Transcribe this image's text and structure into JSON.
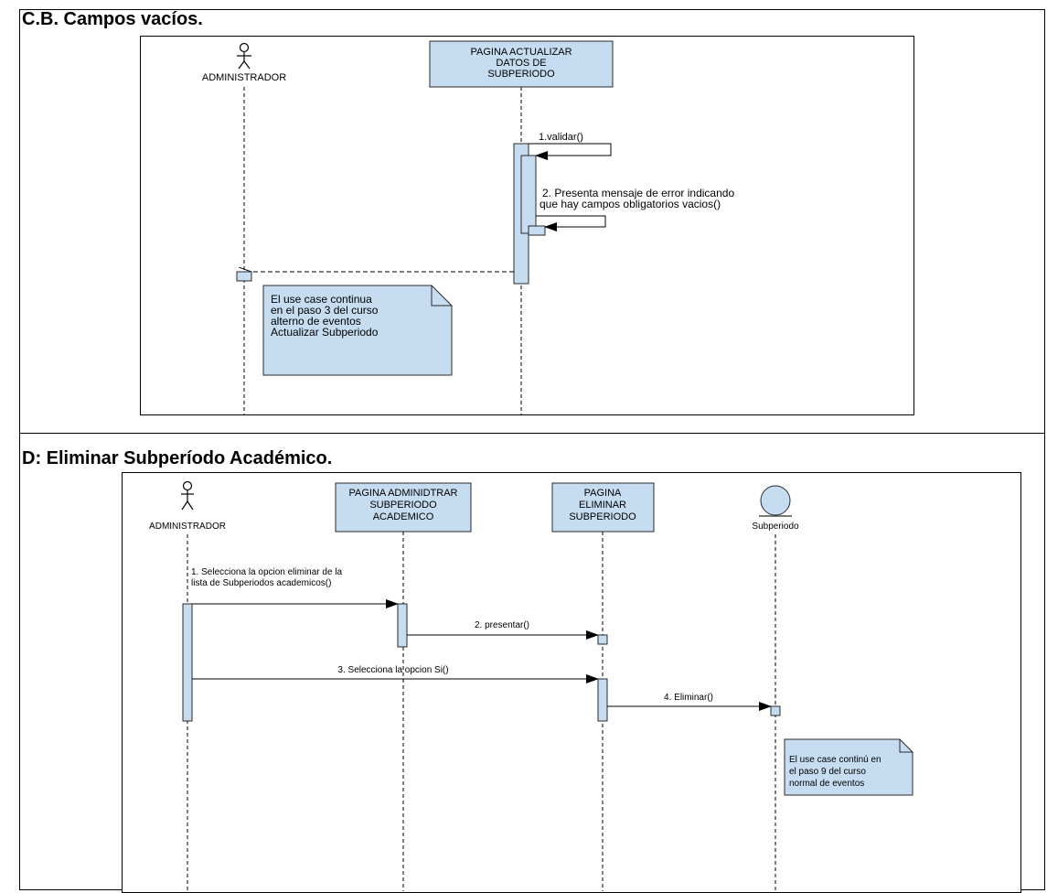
{
  "section_cb": {
    "title": "C.B. Campos vacíos.",
    "actor": "ADMINISTRADOR",
    "page_lines": [
      "PAGINA ACTUALIZAR",
      "DATOS DE",
      "SUBPERIODO"
    ],
    "msg1": "1.validar()",
    "msg2_lines": [
      "2. Presenta mensaje de error indicando",
      "que hay campos obligatorios vacios()"
    ],
    "note_lines": [
      "El use case continua",
      "en el paso 3 del  curso",
      "alterno de eventos",
      "Actualizar Subperiodo"
    ]
  },
  "section_d": {
    "title": "D: Eliminar Subperíodo Académico.",
    "actor": "ADMINISTRADOR",
    "page1_lines": [
      "PAGINA ADMINIDTRAR",
      "SUBPERIODO",
      "ACADEMICO"
    ],
    "page2_lines": [
      "PAGINA",
      "ELIMINAR",
      "SUBPERIODO"
    ],
    "entity": "Subperiodo",
    "msg1_lines": [
      "1. Selecciona la opcion eliminar de la",
      "lista de Subperiodos academicos()"
    ],
    "msg2": "2. presentar()",
    "msg3": "3. Selecciona la opcion Si()",
    "msg4": "4. Eliminar()",
    "note_lines": [
      "El use case continú en",
      "el paso 9 del curso",
      "normal de eventos"
    ]
  },
  "colors": {
    "box_fill": "#c6dcf0",
    "box_stroke": "#2a2a2a",
    "line": "#000000"
  }
}
